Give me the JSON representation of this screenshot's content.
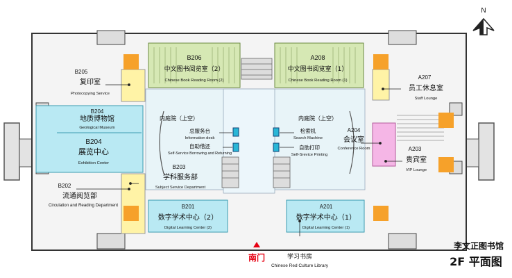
{
  "north_label": "N",
  "rooms": [
    {
      "id": "b206",
      "code": "B206",
      "zh": "中文图书阅览室（2）",
      "en": "Chinese Book Reading Room (2)"
    },
    {
      "id": "a208",
      "code": "A208",
      "zh": "中文图书阅览室（1）",
      "en": "Chinese Book Reading Room (1)"
    },
    {
      "id": "b205",
      "code": "B205",
      "zh": "复印室",
      "en": "Photocopying Service"
    },
    {
      "id": "a207",
      "code": "A207",
      "zh": "员工休息室",
      "en": "Staff Lounge"
    },
    {
      "id": "b204a",
      "code": "B204",
      "zh": "地质博物馆",
      "en": "Geological Museum"
    },
    {
      "id": "b204b",
      "code": "B204",
      "zh": "展览中心",
      "en": "Exhibition Center"
    },
    {
      "id": "a204",
      "code": "A204",
      "zh": "会议室",
      "en": "Conference Room"
    },
    {
      "id": "a203",
      "code": "A203",
      "zh": "贵宾室",
      "en": "VIP Lounge"
    },
    {
      "id": "b203",
      "code": "B203",
      "zh": "学科服务部",
      "en": "Subject Service Department"
    },
    {
      "id": "b202",
      "code": "B202",
      "zh": "流通阅览部",
      "en": "Circulation and Reading Department"
    },
    {
      "id": "b201",
      "code": "B201",
      "zh": "数字学术中心（2）",
      "en": "Digital Learning Center (2)"
    },
    {
      "id": "a201",
      "code": "A201",
      "zh": "数字学术中心（1）",
      "en": "Digital Learning Center (1)"
    }
  ],
  "courtyard_label": "内庭院（上空）",
  "services": {
    "info_zh": "总服务台",
    "info_en": "Information desk",
    "borrow_zh": "自助借还",
    "borrow_en": "Self-Service Borrowing and Returning",
    "search_zh": "检索机",
    "search_en": "Search Machine",
    "print_zh": "自助打印",
    "print_en": "Self-Srevice Printing"
  },
  "south_gate": "南门",
  "library_room": {
    "zh": "学习书房",
    "en": "Chinese Red Culture Library"
  },
  "building_name": "李文正图书馆",
  "floor_title": "2F 平面图",
  "colors": {
    "green": "#d6e8b4",
    "blue": "#b9e9f3",
    "pink": "#f5b6e6",
    "yellow": "#fff3a6",
    "orange": "#f6a12a",
    "red": "#e60012"
  }
}
